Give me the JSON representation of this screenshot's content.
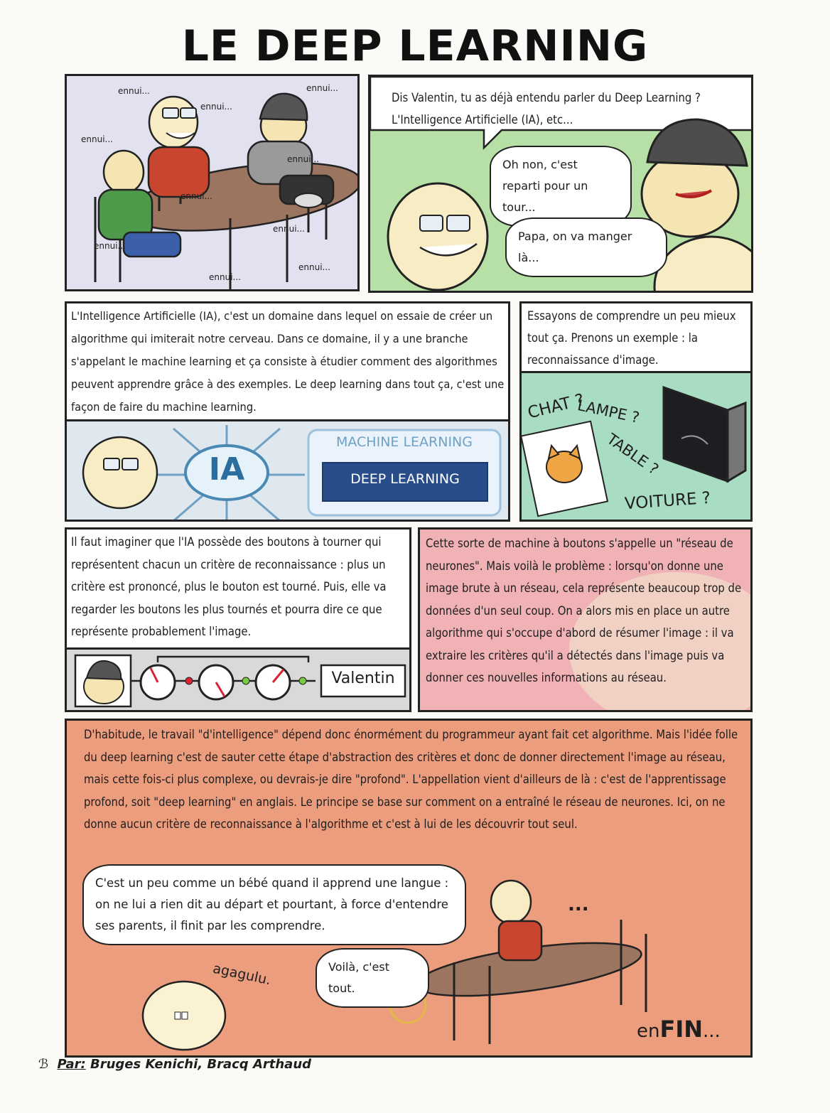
{
  "title": "LE DEEP LEARNING",
  "panel1": {
    "ennui_labels": [
      "ennui...",
      "ennui...",
      "ennui...",
      "ennui...",
      "ennui...",
      "ennui...",
      "ennui...",
      "ennui...",
      "ennui...",
      "ennui..."
    ]
  },
  "panel2": {
    "dialogue_top": "Dis Valentin, tu as déjà entendu parler du Deep Learning ?",
    "dialogue_top_2": "L'Intelligence Artificielle (IA), etc...",
    "bubble_1": "Oh non, c'est reparti pour un tour...",
    "bubble_2": "Papa, on va manger là..."
  },
  "panel3": {
    "text": "L'Intelligence Artificielle (IA), c'est un domaine dans lequel on essaie de créer un algorithme qui imiterait notre cerveau. Dans ce domaine, il y a une branche s'appelant le machine learning et ça consiste à étudier comment des algorithmes peuvent apprendre grâce à des exemples. Le deep learning dans tout ça, c'est une façon de faire du machine learning.",
    "ia_label": "IA",
    "ml_label": "MACHINE LEARNING",
    "dl_label": "DEEP LEARNING"
  },
  "panel4": {
    "text": "Essayons de comprendre un peu mieux tout ça. Prenons un exemple : la reconnaissance d'image.",
    "word_chat": "CHAT ?",
    "word_lampe": "LAMPE ?",
    "word_table": "TABLE ?",
    "word_voiture": "VOITURE ?"
  },
  "panel5": {
    "text": "Il faut imaginer que l'IA possède des boutons à tourner qui représentent chacun un critère de reconnaissance : plus un critère est prononcé, plus le bouton est tourné. Puis, elle va regarder les boutons les plus tournés et pourra dire ce que représente probablement l'image.",
    "result_label": "Valentin"
  },
  "panel6": {
    "text": "Cette sorte de machine à boutons s'appelle un \"réseau de neurones\". Mais voilà le problème : lorsqu'on donne une image brute à un réseau, cela représente beaucoup trop de données d'un seul coup. On a alors mis en place un autre algorithme qui s'occupe d'abord de résumer l'image : il va extraire les critères qu'il a détectés dans l'image puis va donner ces nouvelles informations au réseau."
  },
  "panel7": {
    "text": "D'habitude, le travail \"d'intelligence\" dépend donc énormément du programmeur ayant fait cet algorithme. Mais l'idée folle du deep learning c'est de sauter cette étape d'abstraction des critères et donc de donner directement l'image au réseau, mais cette fois-ci plus complexe, ou devrais-je dire \"profond\". L'appellation vient d'ailleurs de là : c'est de l'apprentissage profond, soit \"deep learning\" en anglais. Le principe se base sur comment on a entraîné le réseau de neurones. Ici, on ne donne aucun critère de reconnaissance à l'algorithme et c'est à lui de les découvrir tout seul.",
    "bubble_1": "C'est un peu comme un bébé quand il apprend une langue : on ne lui a rien dit au départ et pourtant, à force d'entendre ses parents, il finit par les comprendre.",
    "bubble_2": "Voilà, c'est tout.",
    "dots": "...",
    "baby_sound": "agagulu.",
    "end_prefix": "en",
    "end_main": "FIN",
    "end_suffix": "..."
  },
  "credits": {
    "prefix": "Par:",
    "authors": "Bruges Kenichi, Bracq Arthaud"
  }
}
